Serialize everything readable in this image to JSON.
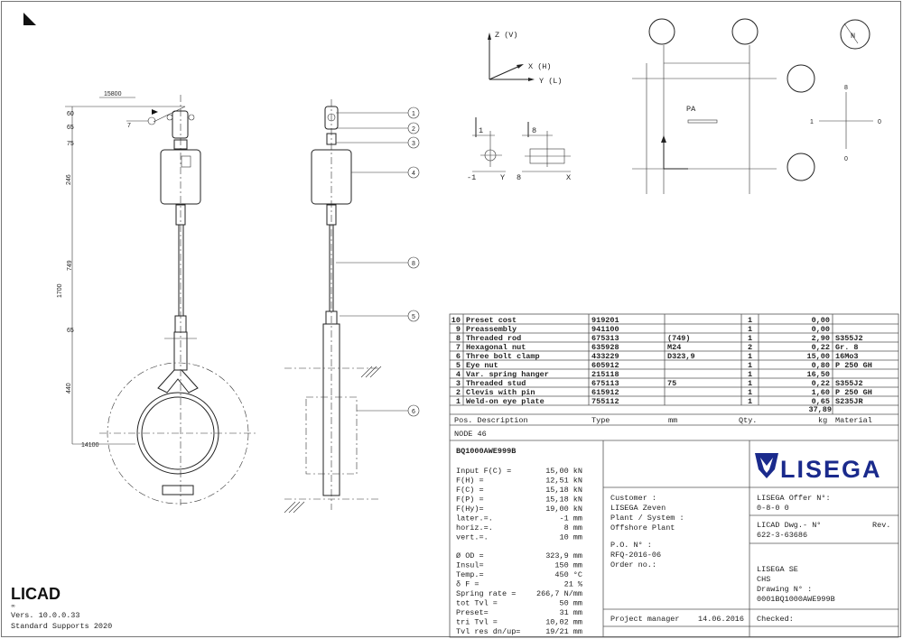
{
  "software": {
    "name": "LICAD",
    "version": "Vers. 10.0.0.33",
    "edition": "Standard Supports 2020"
  },
  "axes": {
    "z": "Z (V)",
    "x": "X (H)",
    "y": "Y (L)",
    "y_small": "Y",
    "x_small": "X",
    "lat_top": "1",
    "lat_bottom": "-1",
    "hor_top": "8",
    "hor_bottom": "8"
  },
  "compass": {
    "north": "N",
    "pa": "PA",
    "up": "8",
    "down": "0",
    "left": "1",
    "right": "0"
  },
  "dimensions": {
    "elevation": "15800",
    "pipe_elev": "14100",
    "weld": "7",
    "d60": "60",
    "d65a": "65",
    "d75": "75",
    "d246": "246",
    "d749": "749",
    "d65b": "65",
    "d440": "440",
    "total": "1700"
  },
  "callouts": [
    "1",
    "2",
    "3",
    "4",
    "8",
    "5",
    "6"
  ],
  "parts_table": {
    "rows": [
      {
        "pos": "10",
        "desc": "Preset cost",
        "type": "919201",
        "mm": "",
        "qty": "1",
        "kg": "0,00",
        "material": ""
      },
      {
        "pos": "9",
        "desc": "Preassembly",
        "type": "941100",
        "mm": "",
        "qty": "1",
        "kg": "0,00",
        "material": ""
      },
      {
        "pos": "8",
        "desc": "Threaded rod",
        "type": "675313",
        "mm": "(749)",
        "qty": "1",
        "kg": "2,90",
        "material": "S355J2"
      },
      {
        "pos": "7",
        "desc": "Hexagonal nut",
        "type": "635928",
        "mm": "M24",
        "qty": "2",
        "kg": "0,22",
        "material": "Gr. 8"
      },
      {
        "pos": "6",
        "desc": "Three bolt clamp",
        "type": "433229",
        "mm": "D323,9",
        "qty": "1",
        "kg": "15,00",
        "material": "16Mo3"
      },
      {
        "pos": "5",
        "desc": "Eye nut",
        "type": "605912",
        "mm": "",
        "qty": "1",
        "kg": "0,80",
        "material": "P 250 GH"
      },
      {
        "pos": "4",
        "desc": "Var. spring hanger",
        "type": "215118",
        "mm": "",
        "qty": "1",
        "kg": "16,50",
        "material": ""
      },
      {
        "pos": "3",
        "desc": "Threaded stud",
        "type": "675113",
        "mm": "75",
        "qty": "1",
        "kg": "0,22",
        "material": "S355J2"
      },
      {
        "pos": "2",
        "desc": "Clevis with pin",
        "type": "615912",
        "mm": "",
        "qty": "1",
        "kg": "1,60",
        "material": "P 250 GH"
      },
      {
        "pos": "1",
        "desc": "Weld-on eye plate",
        "type": "755112",
        "mm": "",
        "qty": "1",
        "kg": "0,65",
        "material": "S235JR"
      }
    ],
    "total_kg": "37,89",
    "headers": {
      "pos_desc": "Pos. Description",
      "type": "Type",
      "mm": "mm",
      "qty": "Qty.",
      "kg": "kg",
      "material": "Material"
    },
    "node": "NODE 46"
  },
  "specs": {
    "code": "BQ1000AWE999B",
    "lines": [
      {
        "label": "Input F(C) =",
        "value": "15,00 kN"
      },
      {
        "label": "F(H) =",
        "value": "12,51 kN"
      },
      {
        "label": "F(C) =",
        "value": "15,18 kN"
      },
      {
        "label": "F(P) =",
        "value": "15,18 kN"
      },
      {
        "label": "F(Hy)=",
        "value": "19,00 kN"
      },
      {
        "label": "later.=.",
        "value": "-1 mm"
      },
      {
        "label": "horiz.=.",
        "value": "8 mm"
      },
      {
        "label": "vert.=.",
        "value": "10 mm"
      },
      {
        "label": "Ø OD =",
        "value": "323,9 mm"
      },
      {
        "label": "Insul=",
        "value": "150 mm"
      },
      {
        "label": "Temp.=",
        "value": "450 °C"
      },
      {
        "label": "δ F =",
        "value": "21 %"
      },
      {
        "label": "Spring rate =",
        "value": "266,7 N/mm"
      },
      {
        "label": "tot Tvl =",
        "value": "50 mm"
      },
      {
        "label": "Preset=",
        "value": "31 mm"
      },
      {
        "label": "tri Tvl =",
        "value": "10,02 mm"
      },
      {
        "label": "Tvl res dn/up=",
        "value": "19/21 mm"
      }
    ]
  },
  "customer": {
    "customer_label": "Customer :",
    "customer": "LISEGA Zeven",
    "plant_label": "Plant / System :",
    "plant": "Offshore Plant",
    "po_label": "P.O. N° :",
    "po": "RFQ-2016-06",
    "order_label": "Order no.:"
  },
  "project": {
    "manager_label": "Project manager",
    "date": "14.06.2016",
    "checked_label": "Checked:"
  },
  "title_block": {
    "logo": "LISEGA",
    "offer_label": "LISEGA Offer N°:",
    "offer": "0-8-0 0",
    "dwg_label": "LICAD Dwg.- N°",
    "rev_label": "Rev.",
    "dwg": "622-3-63686",
    "company": "LISEGA SE",
    "company2": "CHS",
    "drawing_label": "Drawing N° :",
    "drawing": "0001BQ1000AWE999B"
  },
  "colors": {
    "logo_blue": "#1a2a8c"
  }
}
